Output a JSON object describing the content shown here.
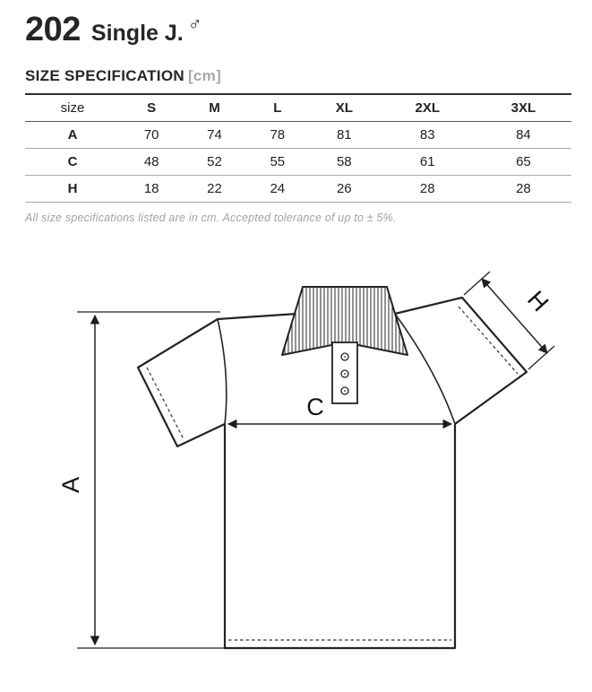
{
  "header": {
    "code": "202",
    "name": "Single J.",
    "gender": "♂"
  },
  "spec": {
    "title": "SIZE SPECIFICATION",
    "unit": "[cm]"
  },
  "table": {
    "col_size": "size",
    "columns": [
      "S",
      "M",
      "L",
      "XL",
      "2XL",
      "3XL"
    ],
    "rows": [
      {
        "label": "A",
        "values": [
          "70",
          "74",
          "78",
          "81",
          "83",
          "84"
        ]
      },
      {
        "label": "C",
        "values": [
          "48",
          "52",
          "55",
          "58",
          "61",
          "65"
        ]
      },
      {
        "label": "H",
        "values": [
          "18",
          "22",
          "24",
          "26",
          "28",
          "28"
        ]
      }
    ]
  },
  "note": "All size specifications listed are in cm. Accepted tolerance of up to ± 5%.",
  "diagram": {
    "label_a": "A",
    "label_c": "C",
    "label_h": "H"
  }
}
